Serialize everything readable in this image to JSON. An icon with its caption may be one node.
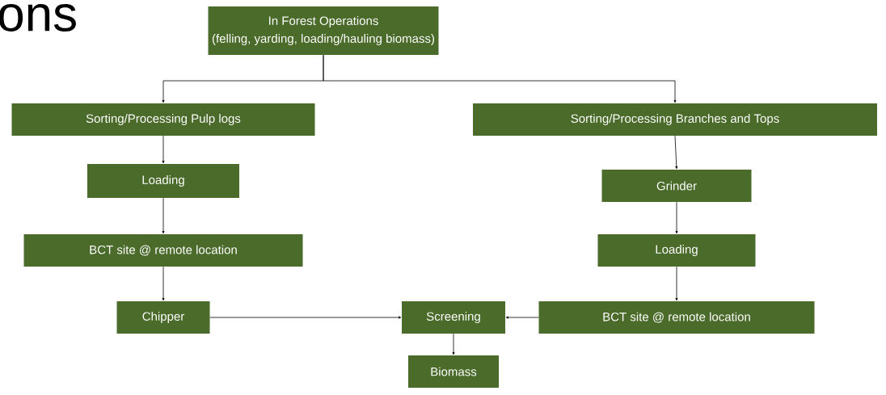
{
  "diagram": {
    "nodes": [
      {
        "text": [
          "In Forest Operations",
          "(felling, yarding, loading/hauling biomass)"
        ]
      },
      {
        "text": [
          "Sorting/Processing Pulp logs"
        ]
      },
      {
        "text": [
          "Loading"
        ]
      },
      {
        "text": [
          "BCT site @ remote location"
        ]
      },
      {
        "text": [
          "Chipper"
        ]
      },
      {
        "text": [
          "Sorting/Processing Branches and Tops"
        ]
      },
      {
        "text": [
          "Grinder"
        ]
      },
      {
        "text": [
          "Loading"
        ]
      },
      {
        "text": [
          "BCT site @ remote location"
        ]
      },
      {
        "text": [
          "Screening"
        ]
      },
      {
        "text": [
          "Biomass"
        ]
      }
    ],
    "edges": [
      {
        "from": 0,
        "to": 1,
        "arrow": "to"
      },
      {
        "from": 0,
        "to": 5,
        "arrow": "to"
      },
      {
        "from": 1,
        "to": 2,
        "arrow": "to"
      },
      {
        "from": 2,
        "to": 3,
        "arrow": "to"
      },
      {
        "from": 3,
        "to": 4,
        "arrow": "to"
      },
      {
        "from": 4,
        "to": 9,
        "arrow": "to"
      },
      {
        "from": 5,
        "to": 6,
        "arrow": "to"
      },
      {
        "from": 6,
        "to": 7,
        "arrow": "to"
      },
      {
        "from": 7,
        "to": 8,
        "arrow": "to"
      },
      {
        "from": 8,
        "to": 9,
        "arrow": "to"
      },
      {
        "from": 9,
        "to": 10,
        "arrow": "to"
      }
    ],
    "labels": [
      "ons"
    ]
  }
}
